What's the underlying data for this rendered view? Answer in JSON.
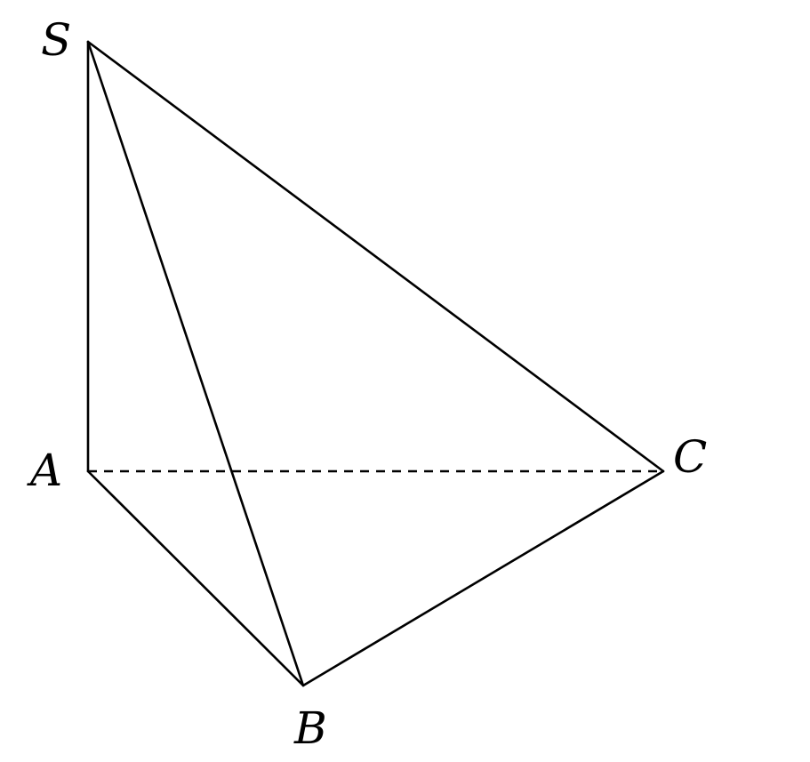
{
  "figure": {
    "vertices": {
      "S": {
        "label": "S"
      },
      "A": {
        "label": "A"
      },
      "B": {
        "label": "B"
      },
      "C": {
        "label": "C"
      }
    },
    "edges": [
      {
        "from": "S",
        "to": "A",
        "style": "solid"
      },
      {
        "from": "S",
        "to": "B",
        "style": "solid"
      },
      {
        "from": "S",
        "to": "C",
        "style": "solid"
      },
      {
        "from": "A",
        "to": "B",
        "style": "solid"
      },
      {
        "from": "B",
        "to": "C",
        "style": "solid"
      },
      {
        "from": "A",
        "to": "C",
        "style": "dashed"
      }
    ],
    "colors": {
      "line": "#000000",
      "background": "#ffffff"
    }
  }
}
